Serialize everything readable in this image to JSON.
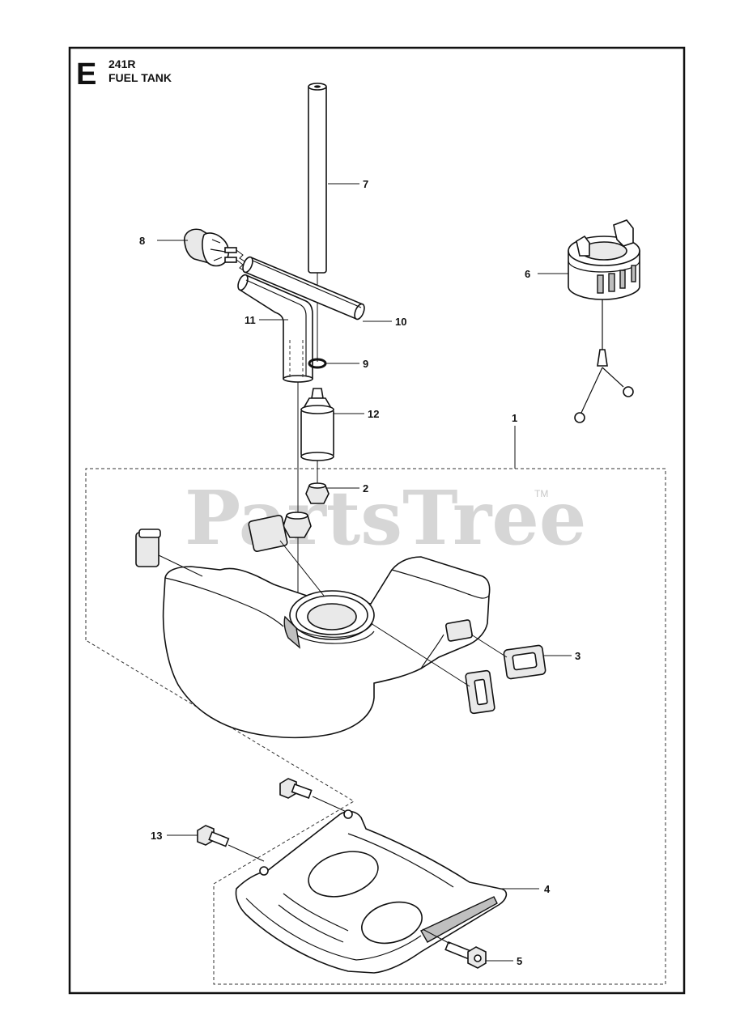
{
  "diagram": {
    "section_letter": "E",
    "model": "241R",
    "title": "FUEL TANK",
    "watermark": "PartsTree",
    "trademark": "TM"
  },
  "callouts": [
    {
      "id": "c1",
      "label": "1"
    },
    {
      "id": "c2",
      "label": "2"
    },
    {
      "id": "c3",
      "label": "3"
    },
    {
      "id": "c4",
      "label": "4"
    },
    {
      "id": "c5",
      "label": "5"
    },
    {
      "id": "c6",
      "label": "6"
    },
    {
      "id": "c7",
      "label": "7"
    },
    {
      "id": "c8",
      "label": "8"
    },
    {
      "id": "c9",
      "label": "9"
    },
    {
      "id": "c10",
      "label": "10"
    },
    {
      "id": "c11",
      "label": "11"
    },
    {
      "id": "c12",
      "label": "12"
    },
    {
      "id": "c13",
      "label": "13"
    }
  ]
}
